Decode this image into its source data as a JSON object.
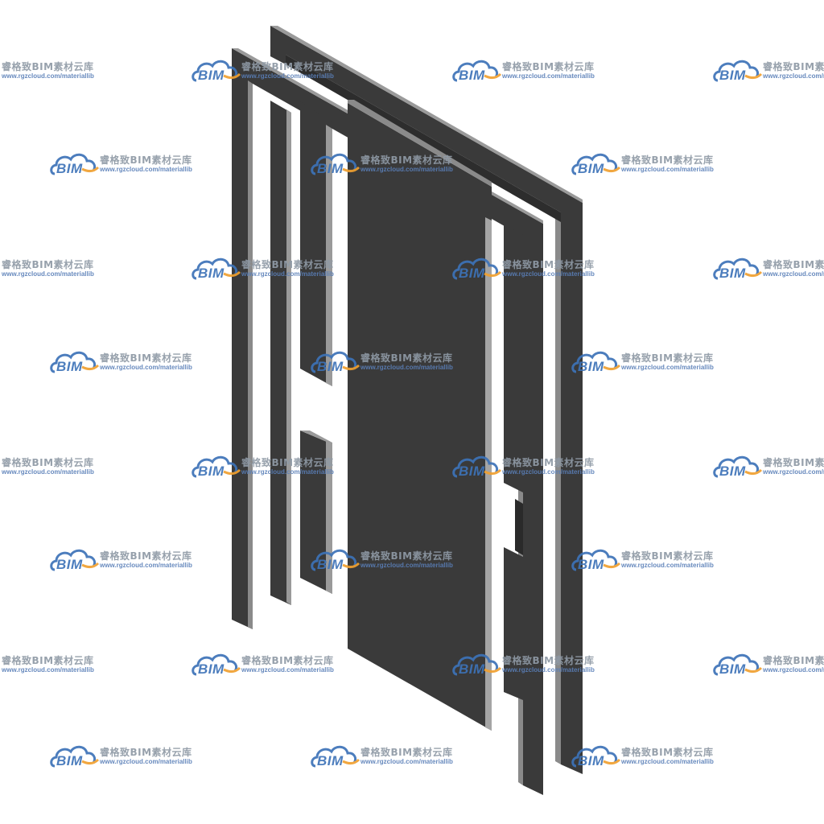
{
  "watermark": {
    "title": "睿格致BIM素材云库",
    "url": "www.rgzcloud.com/materiallib",
    "logo_text": "BIM"
  },
  "colors": {
    "panel_face": "#3a3a3a",
    "panel_edge": "#9a9a9a",
    "panel_side": "#6e6e6e",
    "logo_blue": "#3d73b8",
    "logo_orange": "#f0a030"
  }
}
